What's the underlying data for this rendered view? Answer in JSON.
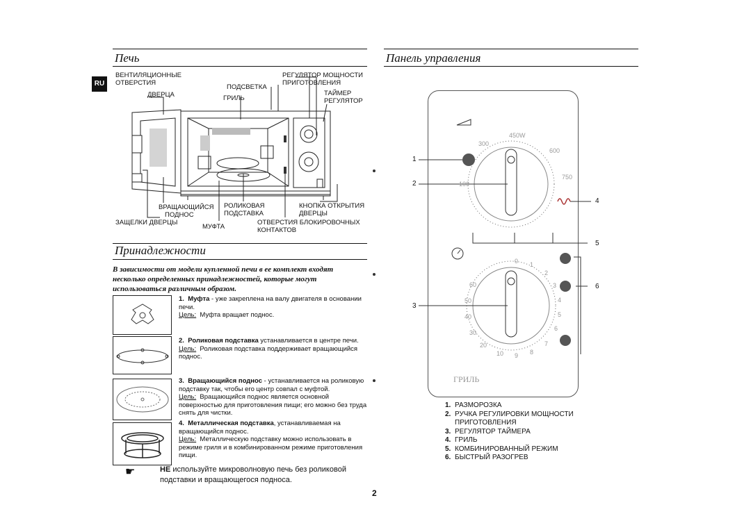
{
  "lang_badge": "RU",
  "oven": {
    "title": "Печь",
    "labels": {
      "vents": "ВЕНТИЛЯЦИОННЫЕ",
      "vents2": "ОТВЕРСТИЯ",
      "door": "ДВЕРЦА",
      "light": "ПОДСВЕТКА",
      "grill": "ГРИЛЬ",
      "power_reg": "РЕГУЛЯТОР МОЩНОСТИ",
      "power_reg2": "ПРИГОТОВЛЕНИЯ",
      "timer": "ТАЙМЕР",
      "timer2": "РЕГУЛЯТОР",
      "ring": "ВРАЩАЮЩИЙСЯ",
      "ring2": "ПОДНОС",
      "roller": "РОЛИКОВАЯ",
      "roller2": "ПОДСТАВКА",
      "open_btn": "КНОПКА ОТКРЫТИЯ",
      "open_btn2": "ДВЕРЦЫ",
      "latches": "ЗАЩЕЛКИ ДВЕРЦЫ",
      "coupler": "МУФТА",
      "holes": "ОТВЕРСТИЯ БЛОКИРОВОЧНЫХ",
      "holes2": "КОНТАКТОВ"
    }
  },
  "accessories": {
    "title": "Принадлежности",
    "intro": "В зависимости от модели купленной печи в ее комплект входят несколько определенных принадлежностей, которые могут использоваться различным образом.",
    "items": [
      {
        "n": "1.",
        "name": "Муфта",
        "desc": " - уже закреплена на валу двигателя в основании печи.",
        "goal_label": "Цель:",
        "goal": "Муфта вращает поднос."
      },
      {
        "n": "2.",
        "name": "Роликовая подставка",
        "desc": " устанавливается в центре печи.",
        "goal_label": "Цель:",
        "goal": "Роликовая подставка поддерживает вращающийся поднос."
      },
      {
        "n": "3.",
        "name": "Вращающийся поднос",
        "desc": " - устанавливается на роликовую подставку так, чтобы его центр совпал с муфтой.",
        "goal_label": "Цель:",
        "goal": "Вращающийся поднос является основной поверхностью для приготовления пищи; его можно без труда снять для чистки."
      },
      {
        "n": "4.",
        "name": "Металлическая подставка",
        "desc": ", устанавливаемая на вращающийся поднос.",
        "goal_label": "Цель:",
        "goal": "Металлическую подставку можно использовать в режиме гриля и в комбинированном режиме приготовления пищи."
      }
    ],
    "note_strong": "НЕ",
    "note": " используйте микроволновую печь без роликовой подставки и вращающегося подноса."
  },
  "panel": {
    "title": "Панель управления",
    "power_ticks": [
      "450W",
      "300",
      "600",
      "750",
      "100"
    ],
    "timer_ticks": [
      "0",
      "1",
      "2",
      "3",
      "4",
      "5",
      "6",
      "7",
      "8",
      "9",
      "10",
      "20",
      "30",
      "40",
      "50",
      "60"
    ],
    "grill_text": "ГРИЛЬ",
    "callouts": [
      "1",
      "2",
      "3",
      "4",
      "5",
      "6"
    ],
    "legend": [
      {
        "n": "1.",
        "t": "РАЗМОРОЗКА"
      },
      {
        "n": "2.",
        "t": "РУЧКА РЕГУЛИРОВКИ МОЩНОСТИ"
      },
      {
        "n": "",
        "t": "ПРИГОТОВЛЕНИЯ"
      },
      {
        "n": "3.",
        "t": "РЕГУЛЯТОР ТАЙМЕРА"
      },
      {
        "n": "4.",
        "t": "ГРИЛЬ"
      },
      {
        "n": "5.",
        "t": "КОМБИНИРОВАННЫЙ РЕЖИМ"
      },
      {
        "n": "6.",
        "t": "БЫСТРЫЙ РАЗОГРЕВ"
      }
    ]
  },
  "page_number": "2"
}
